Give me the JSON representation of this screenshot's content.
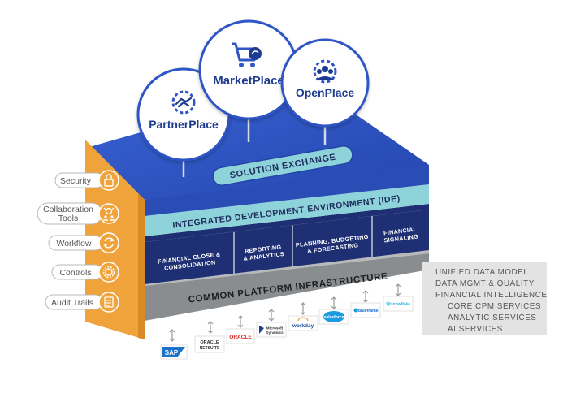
{
  "marketplaces": {
    "partner": "PartnerPlace",
    "market": "MarketPlace",
    "open": "OpenPlace"
  },
  "layers": {
    "solution_exchange": "SOLUTION EXCHANGE",
    "ide": "INTEGRATED DEVELOPMENT ENVIRONMENT (IDE)",
    "platform": "COMMON PLATFORM INFRASTRUCTURE"
  },
  "modules": [
    {
      "line1": "FINANCIAL CLOSE &",
      "line2": "CONSOLIDATION"
    },
    {
      "line1": "REPORTING",
      "line2": "& ANALYTICS"
    },
    {
      "line1": "PLANNING, BUDGETING",
      "line2": "& FORECASTING"
    },
    {
      "line1": "FINANCIAL",
      "line2": "SIGNALING"
    }
  ],
  "side_pills": [
    {
      "label": "Security",
      "icon": "lock-icon"
    },
    {
      "label": "Collaboration",
      "label2": "Tools",
      "icon": "lightbulb-team-icon"
    },
    {
      "label": "Workflow",
      "icon": "refresh-icon"
    },
    {
      "label": "Controls",
      "icon": "gear-icon"
    },
    {
      "label": "Audit Trails",
      "icon": "document-icon"
    }
  ],
  "data_panel": {
    "lines": [
      "UNIFIED DATA MODEL",
      "DATA MGMT & QUALITY",
      "FINANCIAL INTELLIGENCE",
      "CORE CPM SERVICES",
      "ANALYTIC SERVICES",
      "AI SERVICES"
    ]
  },
  "integration_logos": [
    {
      "name": "SAP",
      "text": "SAP",
      "text2": ""
    },
    {
      "name": "Oracle NetSuite",
      "text": "ORACLE",
      "text2": "NETSUITE"
    },
    {
      "name": "Oracle",
      "text": "ORACLE",
      "text2": ""
    },
    {
      "name": "Microsoft Dynamics",
      "text": "Microsoft",
      "text2": "Dynamics"
    },
    {
      "name": "Workday",
      "text": "workday",
      "text2": ""
    },
    {
      "name": "Salesforce",
      "text": "salesforce",
      "text2": ""
    },
    {
      "name": "Blueframe",
      "text": "Blueframe",
      "text2": ""
    },
    {
      "name": "Snowflake",
      "text": "snowflake",
      "text2": ""
    }
  ],
  "colors": {
    "orange": "#f0a33a",
    "blue_top": "#2f55c6",
    "blue_front": "#2a4cb5",
    "teal": "#8fd3da",
    "navy": "#1e2f73",
    "gray_band": "#8a8d90",
    "circle_text": "#1d3b8f"
  }
}
